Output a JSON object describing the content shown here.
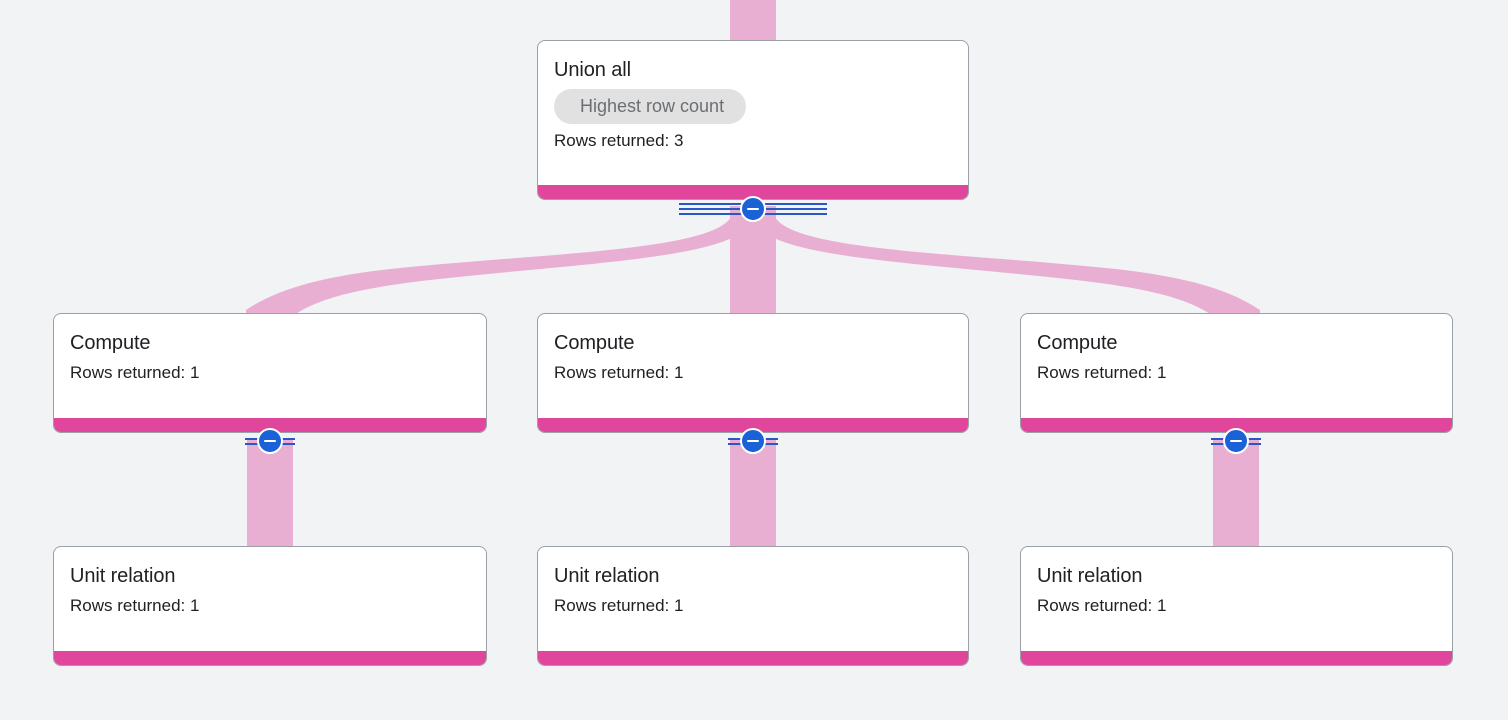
{
  "theme": {
    "canvas_bg": "#f1f3f4",
    "card_bg": "#ffffff",
    "card_border": "#9aa0a6",
    "footer_accent": "#e0479c",
    "edge_ribbon": "#e9afd3",
    "badge_bg": "#e1e1e1",
    "badge_text": "#6b6f73",
    "collapse_knob": "#1a62d6",
    "collapse_line": "#2a56c6",
    "text_primary": "#202124"
  },
  "graph": {
    "type": "query-execution-plan",
    "nodes": [
      {
        "id": "union-all",
        "title": "Union all",
        "badge": "Highest row count",
        "rows_label": "Rows returned: 3",
        "rows_returned": 3,
        "level": 0,
        "column": "center",
        "collapse_label": "collapse",
        "has_collapse": true,
        "child_edges": 3
      },
      {
        "id": "compute-left",
        "title": "Compute",
        "badge": null,
        "rows_label": "Rows returned: 1",
        "rows_returned": 1,
        "level": 1,
        "column": "left",
        "has_collapse": true,
        "child_edges": 1
      },
      {
        "id": "compute-center",
        "title": "Compute",
        "badge": null,
        "rows_label": "Rows returned: 1",
        "rows_returned": 1,
        "level": 1,
        "column": "center",
        "has_collapse": true,
        "child_edges": 1
      },
      {
        "id": "compute-right",
        "title": "Compute",
        "badge": null,
        "rows_label": "Rows returned: 1",
        "rows_returned": 1,
        "level": 1,
        "column": "right",
        "has_collapse": true,
        "child_edges": 1
      },
      {
        "id": "unit-relation-left",
        "title": "Unit relation",
        "badge": null,
        "rows_label": "Rows returned: 1",
        "rows_returned": 1,
        "level": 2,
        "column": "left",
        "has_collapse": false,
        "child_edges": 0
      },
      {
        "id": "unit-relation-center",
        "title": "Unit relation",
        "badge": null,
        "rows_label": "Rows returned: 1",
        "rows_returned": 1,
        "level": 2,
        "column": "center",
        "has_collapse": false,
        "child_edges": 0
      },
      {
        "id": "unit-relation-right",
        "title": "Unit relation",
        "badge": null,
        "rows_label": "Rows returned: 1",
        "rows_returned": 1,
        "level": 2,
        "column": "right",
        "has_collapse": false,
        "child_edges": 0
      }
    ],
    "edges": [
      {
        "from": "incoming-parent",
        "to": "union-all",
        "shape": "straight"
      },
      {
        "from": "union-all",
        "to": "compute-left",
        "shape": "curved"
      },
      {
        "from": "union-all",
        "to": "compute-center",
        "shape": "straight"
      },
      {
        "from": "union-all",
        "to": "compute-right",
        "shape": "curved"
      },
      {
        "from": "compute-left",
        "to": "unit-relation-left",
        "shape": "straight"
      },
      {
        "from": "compute-center",
        "to": "unit-relation-center",
        "shape": "straight"
      },
      {
        "from": "compute-right",
        "to": "unit-relation-right",
        "shape": "straight"
      }
    ]
  }
}
